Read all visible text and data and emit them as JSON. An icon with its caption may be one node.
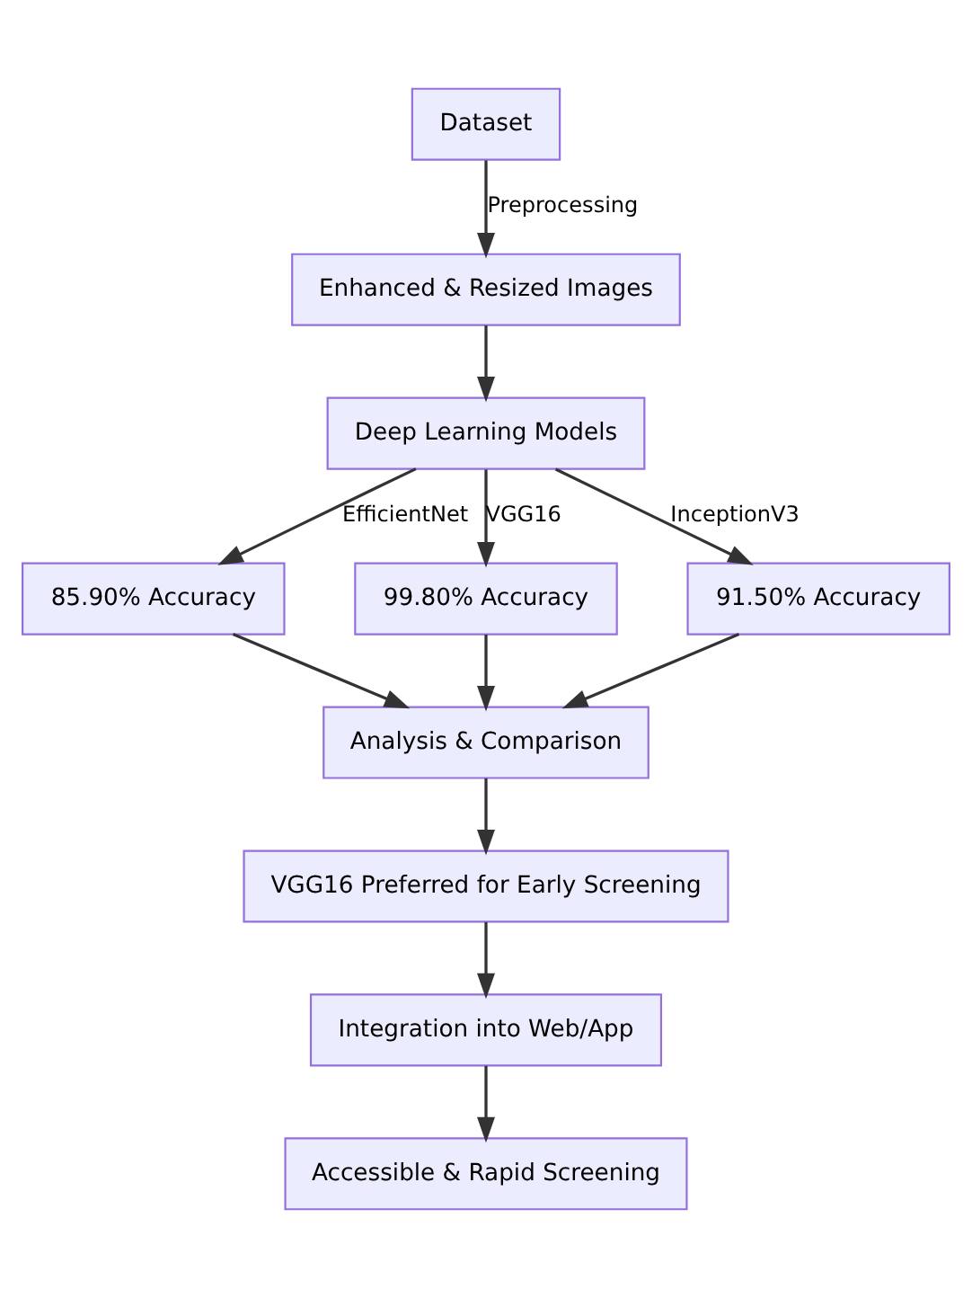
{
  "diagram": {
    "nodes": [
      {
        "text": [
          "Dataset"
        ]
      },
      {
        "text": [
          "Enhanced & Resized Images"
        ]
      },
      {
        "text": [
          "Deep Learning Models"
        ]
      },
      {
        "text": [
          "85.90% Accuracy"
        ]
      },
      {
        "text": [
          "99.80% Accuracy"
        ]
      },
      {
        "text": [
          "91.50% Accuracy"
        ]
      },
      {
        "text": [
          "Analysis & Comparison"
        ]
      },
      {
        "text": [
          "VGG16 Preferred for Early Screening"
        ]
      },
      {
        "text": [
          "Integration into Web/App"
        ]
      },
      {
        "text": [
          "Accessible & Rapid Screening"
        ]
      }
    ],
    "edges": [
      {
        "from": 0,
        "to": 1,
        "arrow": "to",
        "label": "Preprocessing"
      },
      {
        "from": 1,
        "to": 2,
        "arrow": "to"
      },
      {
        "from": 2,
        "to": 3,
        "arrow": "to",
        "label": "EfficientNet"
      },
      {
        "from": 2,
        "to": 4,
        "arrow": "to",
        "label": "VGG16"
      },
      {
        "from": 2,
        "to": 5,
        "arrow": "to",
        "label": "InceptionV3"
      },
      {
        "from": 3,
        "to": 6,
        "arrow": "to"
      },
      {
        "from": 4,
        "to": 6,
        "arrow": "to"
      },
      {
        "from": 5,
        "to": 6,
        "arrow": "to"
      },
      {
        "from": 6,
        "to": 7,
        "arrow": "to"
      },
      {
        "from": 7,
        "to": 8,
        "arrow": "to"
      },
      {
        "from": 8,
        "to": 9,
        "arrow": "to"
      }
    ]
  }
}
